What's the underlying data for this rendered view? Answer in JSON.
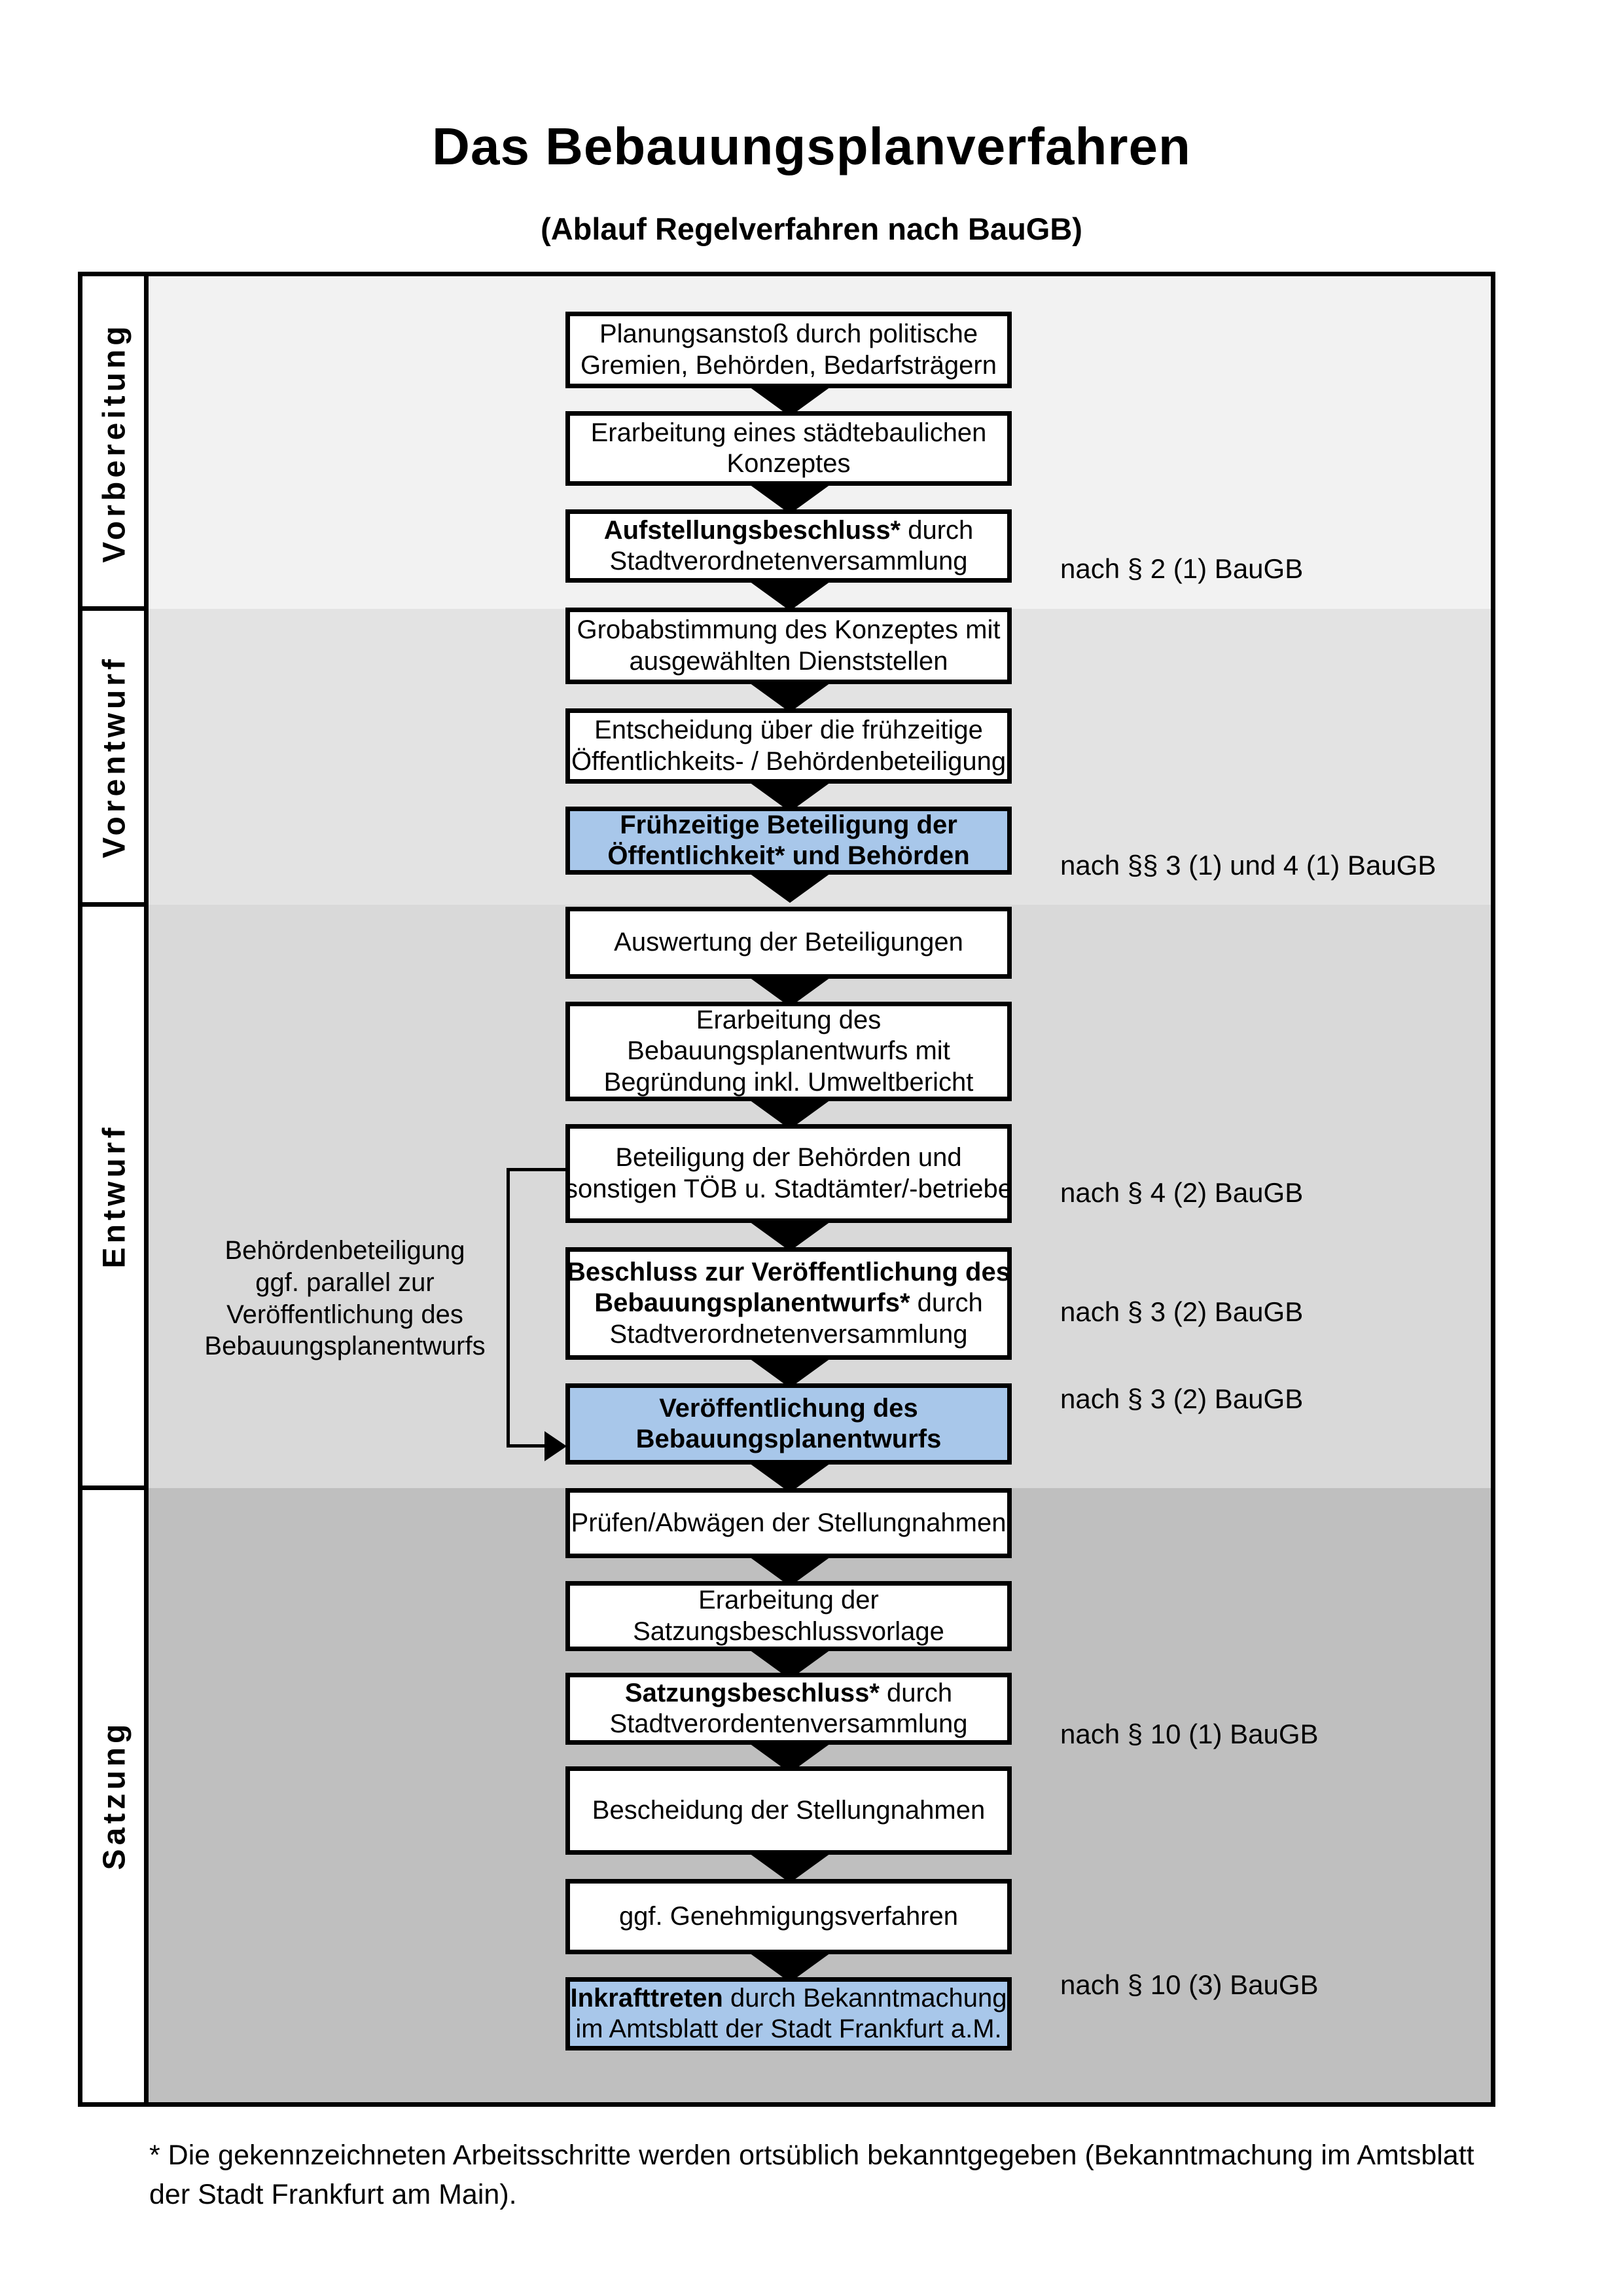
{
  "title": "Das Bebauungsplanverfahren",
  "subtitle": "(Ablauf Regelverfahren nach BauGB)",
  "phases": {
    "p1": "Vorbereitung",
    "p2": "Vorentwurf",
    "p3": "Entwurf",
    "p4": "Satzung"
  },
  "steps": {
    "s1": {
      "l1": "Planungsanstoß durch politische",
      "l2": "Gremien, Behörden, Bedarfsträgern"
    },
    "s2": {
      "l1": "Erarbeitung eines städtebaulichen",
      "l2": "Konzeptes"
    },
    "s3": {
      "l1b": "Aufstellungsbeschluss*",
      "l1r": " durch",
      "l2": "Stadtverordnetenversammlung"
    },
    "s4": {
      "l1": "Grobabstimmung des Konzeptes mit",
      "l2": "ausgewählten Dienststellen"
    },
    "s5": {
      "l1": "Entscheidung über die frühzeitige",
      "l2": "Öffentlichkeits- / Behördenbeteiligung"
    },
    "s6": {
      "l1": "Frühzeitige Beteiligung der",
      "l2": "Öffentlichkeit* und Behörden"
    },
    "s7": {
      "l1": "Auswertung der Beteiligungen"
    },
    "s8": {
      "l1": "Erarbeitung des",
      "l2": "Bebauungsplanentwurfs mit",
      "l3": "Begründung inkl. Umweltbericht"
    },
    "s9": {
      "l1": "Beteiligung der Behörden und",
      "l2": "sonstigen TÖB u. Stadtämter/-betriebe"
    },
    "s10": {
      "l1b": "Beschluss zur Veröffentlichung des",
      "l2b": "Bebauungsplanentwurfs*",
      "l2r": " durch",
      "l3": "Stadtverordnetenversammlung"
    },
    "s11": {
      "l1": "Veröffentlichung des",
      "l2": "Bebauungsplanentwurfs"
    },
    "s12": {
      "l1": "Prüfen/Abwägen der Stellungnahmen"
    },
    "s13": {
      "l1": "Erarbeitung der",
      "l2": "Satzungsbeschlussvorlage"
    },
    "s14": {
      "l1b": "Satzungsbeschluss*",
      "l1r": " durch",
      "l2": "Stadtverordentenversammlung"
    },
    "s15": {
      "l1": "Bescheidung der Stellungnahmen"
    },
    "s16": {
      "l1": "ggf. Genehmigungsverfahren"
    },
    "s17": {
      "l1b": "Inkrafttreten",
      "l1r": " durch Bekanntmachung",
      "l2": "im Amtsblatt der Stadt Frankfurt a.M."
    }
  },
  "refs": {
    "r1": "nach § 2 (1) BauGB",
    "r2": "nach §§ 3 (1) und 4 (1) BauGB",
    "r3": "nach § 4 (2) BauGB",
    "r4": "nach § 3 (2) BauGB",
    "r5": "nach § 3 (2) BauGB",
    "r6": "nach § 10 (1) BauGB",
    "r7": "nach § 10 (3) BauGB"
  },
  "side_note": {
    "l1": "Behördenbeteiligung",
    "l2": "ggf. parallel zur",
    "l3": "Veröffentlichung des",
    "l4": "Bebauungsplanentwurfs"
  },
  "footnote": "* Die gekennzeichneten Arbeitsschritte werden ortsüblich bekanntgegeben (Bekanntmachung im Amtsblatt  der Stadt Frankfurt am Main).",
  "colors": {
    "highlight_box": "#a8c7ea",
    "phase_backgrounds": [
      "#f2f2f2",
      "#e3e3e3",
      "#d9d9d9",
      "#bfbfbf"
    ]
  }
}
